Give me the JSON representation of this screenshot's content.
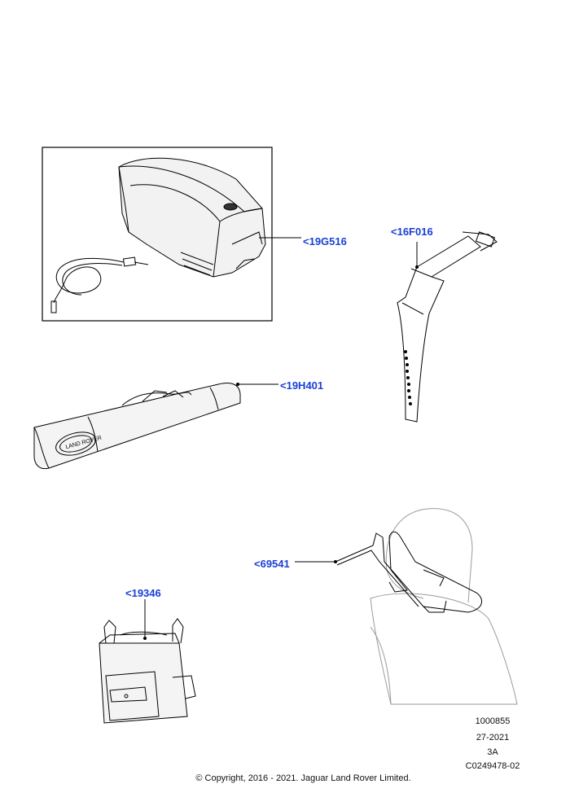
{
  "callouts": {
    "fridge": "<19G516",
    "strap": "<16F016",
    "ski_bag": "<19H401",
    "hanger": "<69541",
    "tote_bag": "<19346"
  },
  "info": {
    "illustration_no": "1000855",
    "date": "27-2021",
    "revision": "3A",
    "reference": "C0249478-02"
  },
  "copyright": "© Copyright, 2016 - 2021. Jaguar Land Rover Limited.",
  "colors": {
    "callout_text": "#1a3fd6",
    "line_art": "#000000",
    "light_art": "#9a9a9a"
  }
}
